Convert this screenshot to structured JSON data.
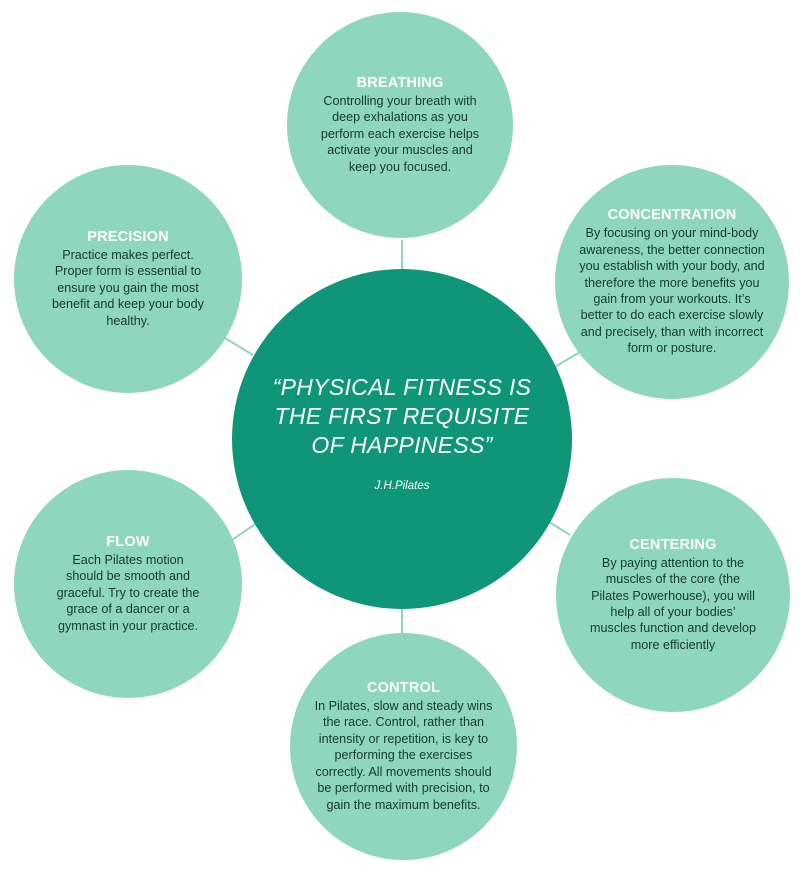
{
  "center": {
    "quote": "“PHYSICAL FITNESS IS THE FIRST REQUISITE OF HAPPINESS”",
    "author": "J.H.Pilates"
  },
  "principles": [
    {
      "title": "BREATHING",
      "text": "Controlling your breath with deep exhalations as you perform each exercise helps activate your muscles and keep you focused."
    },
    {
      "title": "CONCENTRATION",
      "text": "By focusing on your mind-body awareness, the better connection you establish with your body, and therefore the more benefits you gain from your workouts. It’s better to do each exercise slowly and precisely, than with incorrect form or posture."
    },
    {
      "title": "CENTERING",
      "text": "By paying attention to the muscles of the core (the Pilates Powerhouse), you will help all of your bodies’ muscles function and develop more efficiently"
    },
    {
      "title": "CONTROL",
      "text": "In Pilates, slow and steady wins the race. Control, rather than intensity or repetition, is key to performing the exercises correctly. All movements should be performed with precision, to gain the maximum benefits."
    },
    {
      "title": "FLOW",
      "text": "Each Pilates motion should be smooth and graceful. Try to create the grace of a dancer or a gymnast in your practice."
    },
    {
      "title": "PRECISION",
      "text": "Practice makes perfect. Proper form is essential to ensure you gain the most benefit and keep your body healthy."
    }
  ],
  "colors": {
    "center_fill": "#0f9577",
    "satellite_fill": "#8fd6bf",
    "connector": "#8fd6bf",
    "title_text": "#ffffff",
    "body_text": "#153a30"
  }
}
